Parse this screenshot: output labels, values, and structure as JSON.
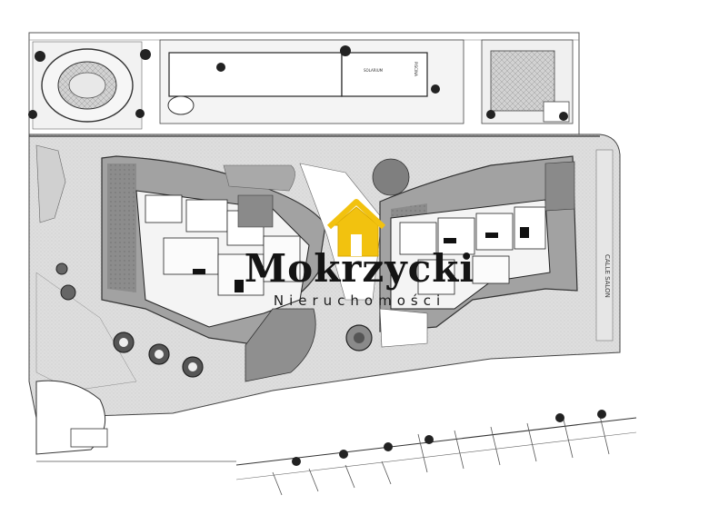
{
  "image": {
    "kind": "architectural site plan",
    "watermark": {
      "title": "Mokrzycki",
      "subtitle": "Nieruchomości",
      "house_icon_color": "#f2c20f"
    },
    "street_label": "CALLE SALON",
    "pool_labels": [
      "SOLARIUM",
      "PISCINA"
    ],
    "colors": {
      "paving": "#dcdcdc",
      "building_footprint": "#9a9a9a",
      "garden_dark": "#7e7e7e",
      "line": "#3a3a3a"
    }
  }
}
